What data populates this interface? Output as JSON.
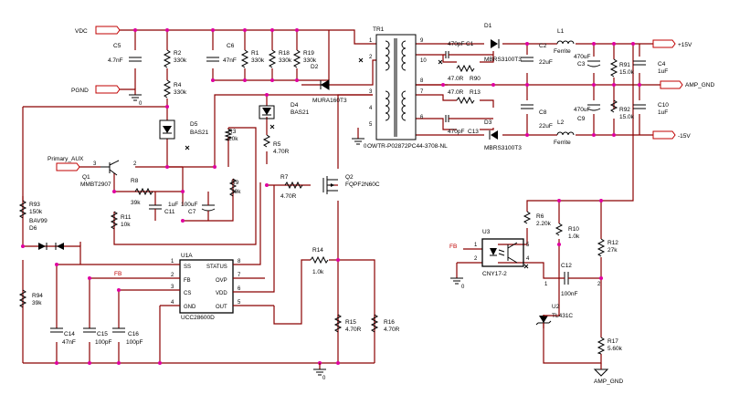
{
  "nets": {
    "vdc": "VDC",
    "pgnd": "PGND",
    "primary_aux": "Primary_AUX",
    "fb_left": "FB",
    "fb_right": "FB",
    "plus15": "+15V",
    "minus15": "-15V",
    "amp_gnd_top": "AMP_GND",
    "amp_gnd_bottom": "AMP_GND",
    "gnd_zero": "0"
  },
  "transformer": {
    "ref": "TR1",
    "part": "OWTR-P02872PC44-3708-NL",
    "pins": [
      "1",
      "2",
      "3",
      "4",
      "5",
      "6",
      "7",
      "8",
      "9",
      "10"
    ]
  },
  "components": {
    "C5": {
      "ref": "C5",
      "value": "4.7nF"
    },
    "R2": {
      "ref": "R2",
      "value": "330k"
    },
    "R4": {
      "ref": "R4",
      "value": "330k"
    },
    "C6": {
      "ref": "C6",
      "value": "47nF"
    },
    "R1": {
      "ref": "R1",
      "value": "330k"
    },
    "R18": {
      "ref": "R18",
      "value": "330k"
    },
    "R19": {
      "ref": "R19",
      "value": "330k"
    },
    "D2": {
      "ref": "D2",
      "value": "MURA160T3"
    },
    "D5": {
      "ref": "D5",
      "value": "BAS21"
    },
    "D4": {
      "ref": "D4",
      "value": "BAS21"
    },
    "R3": {
      "ref": "R3",
      "value": "20k"
    },
    "R5": {
      "ref": "R5",
      "value": "4.70R"
    },
    "Q1": {
      "ref": "Q1",
      "value": "MMBT2907"
    },
    "R8": {
      "ref": "R8",
      "value": "39k"
    },
    "C11": {
      "ref": "C11",
      "value": "1uF"
    },
    "C7": {
      "ref": "C7",
      "value": "100uF"
    },
    "R9": {
      "ref": "R9",
      "value": "39k"
    },
    "R11": {
      "ref": "R11",
      "value": "10k"
    },
    "R7": {
      "ref": "R7",
      "value": "4.70R"
    },
    "Q2": {
      "ref": "Q2",
      "value": "FQPF2N60C"
    },
    "R93": {
      "ref": "R93",
      "value": "150k"
    },
    "D6": {
      "ref": "D6",
      "value": "BAV99"
    },
    "R94": {
      "ref": "R94",
      "value": "39k"
    },
    "U1A": {
      "ref": "U1A",
      "value": "UCC28600D"
    },
    "R14": {
      "ref": "R14",
      "value": "1.0k"
    },
    "C14": {
      "ref": "C14",
      "value": "47nF"
    },
    "C15": {
      "ref": "C15",
      "value": "100pF"
    },
    "C16": {
      "ref": "C16",
      "value": "100pF"
    },
    "R15": {
      "ref": "R15",
      "value": "4.70R"
    },
    "R16": {
      "ref": "R16",
      "value": "4.70R"
    },
    "C1": {
      "ref": "C1",
      "value": "470pF"
    },
    "R90": {
      "ref": "R90",
      "value": "47.0R"
    },
    "R13": {
      "ref": "R13",
      "value": "47.0R"
    },
    "C13": {
      "ref": "C13",
      "value": "470pF"
    },
    "D1": {
      "ref": "D1",
      "value": "MBRS3100T3"
    },
    "D3": {
      "ref": "D3",
      "value": "MBRS3100T3"
    },
    "L1": {
      "ref": "L1",
      "value": "Ferrite"
    },
    "L2": {
      "ref": "L2",
      "value": "Ferrite"
    },
    "C2": {
      "ref": "C2",
      "value": "22uF"
    },
    "C8": {
      "ref": "C8",
      "value": "22uF"
    },
    "C3": {
      "ref": "C3",
      "value": "470uF"
    },
    "C9": {
      "ref": "C9",
      "value": "470uF"
    },
    "R91": {
      "ref": "R91",
      "value": "15.0k"
    },
    "R92": {
      "ref": "R92",
      "value": "15.0k"
    },
    "C4": {
      "ref": "C4",
      "value": "1uF"
    },
    "C10": {
      "ref": "C10",
      "value": "1uF"
    },
    "U3": {
      "ref": "U3",
      "value": "CNY17-2"
    },
    "R6": {
      "ref": "R6",
      "value": "2.20k"
    },
    "R10": {
      "ref": "R10",
      "value": "1.0k"
    },
    "R12": {
      "ref": "R12",
      "value": "27k"
    },
    "C12": {
      "ref": "C12",
      "value": "100nF"
    },
    "U2": {
      "ref": "U2",
      "value": "TL431C"
    },
    "R17": {
      "ref": "R17",
      "value": "5.60k"
    }
  },
  "u1a_pins": {
    "ss": "SS",
    "fb": "FB",
    "cs": "CS",
    "gnd": "GND",
    "status": "STATUS",
    "ovp": "OVP",
    "vdd": "VDD",
    "out": "OUT",
    "n1": "1",
    "n2": "2",
    "n3": "3",
    "n4": "4",
    "n5": "5",
    "n6": "6",
    "n7": "7",
    "n8": "8"
  },
  "u3_pins": {
    "n1": "1",
    "n2": "2",
    "n4": "4",
    "n5": "5"
  },
  "misc_pins": {
    "p1": "1",
    "p2": "2",
    "p3": "3"
  },
  "colors": {
    "wire": "#8b0000",
    "junction": "#e000a0",
    "net_flag": "#c00000",
    "ink": "#000000"
  }
}
